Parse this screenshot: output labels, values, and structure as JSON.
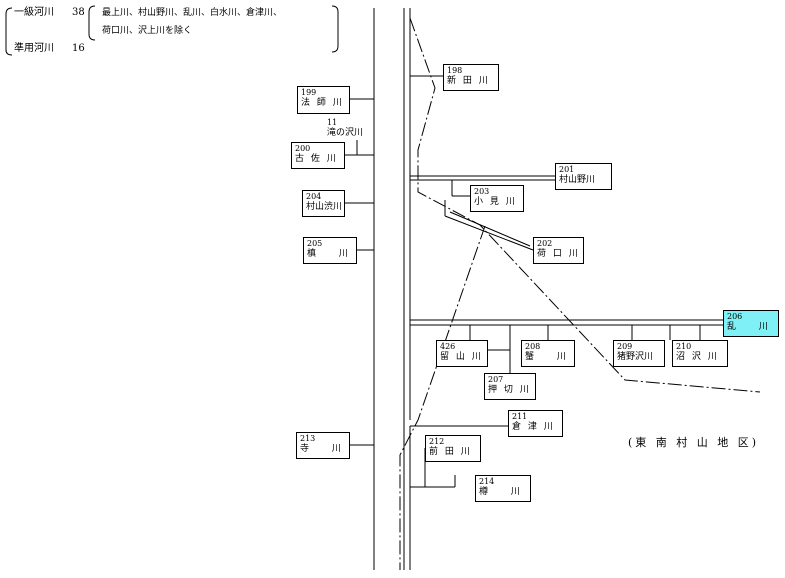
{
  "legend": {
    "class1_label": "一級河川",
    "class1_count": "38",
    "excluded_line1": "最上川、村山野川、乱川、白水川、倉津川、",
    "excluded_line2": "荷口川、沢上川を除く",
    "quasi_label": "準用河川",
    "quasi_count": "16"
  },
  "rivers": [
    {
      "num": "198",
      "name": "新 田 川"
    },
    {
      "num": "199",
      "name": "法 師 川"
    },
    {
      "num": "200",
      "name": "古 佐 川"
    },
    {
      "num": "201",
      "name": "村山野川"
    },
    {
      "num": "202",
      "name": "荷 口 川"
    },
    {
      "num": "203",
      "name": "小 見 川"
    },
    {
      "num": "204",
      "name": "村山渋川"
    },
    {
      "num": "205",
      "name": "槙 　 川"
    },
    {
      "num": "206",
      "name": "乱 　 川"
    },
    {
      "num": "207",
      "name": "押 切 川"
    },
    {
      "num": "208",
      "name": "蟹 　 川"
    },
    {
      "num": "209",
      "name": "猪野沢川"
    },
    {
      "num": "210",
      "name": "沼 沢 川"
    },
    {
      "num": "211",
      "name": "倉 津 川"
    },
    {
      "num": "212",
      "name": "前 田 川"
    },
    {
      "num": "213",
      "name": "寺 　 川"
    },
    {
      "num": "214",
      "name": "樽 　 川"
    },
    {
      "num": "426",
      "name": "留 山 川"
    }
  ],
  "small_label": {
    "num": "11",
    "name": "滝の沢川"
  },
  "region_label": "(東 南 村 山 地 区)",
  "colors": {
    "highlight": "#7ff0f5",
    "line": "#000000"
  }
}
